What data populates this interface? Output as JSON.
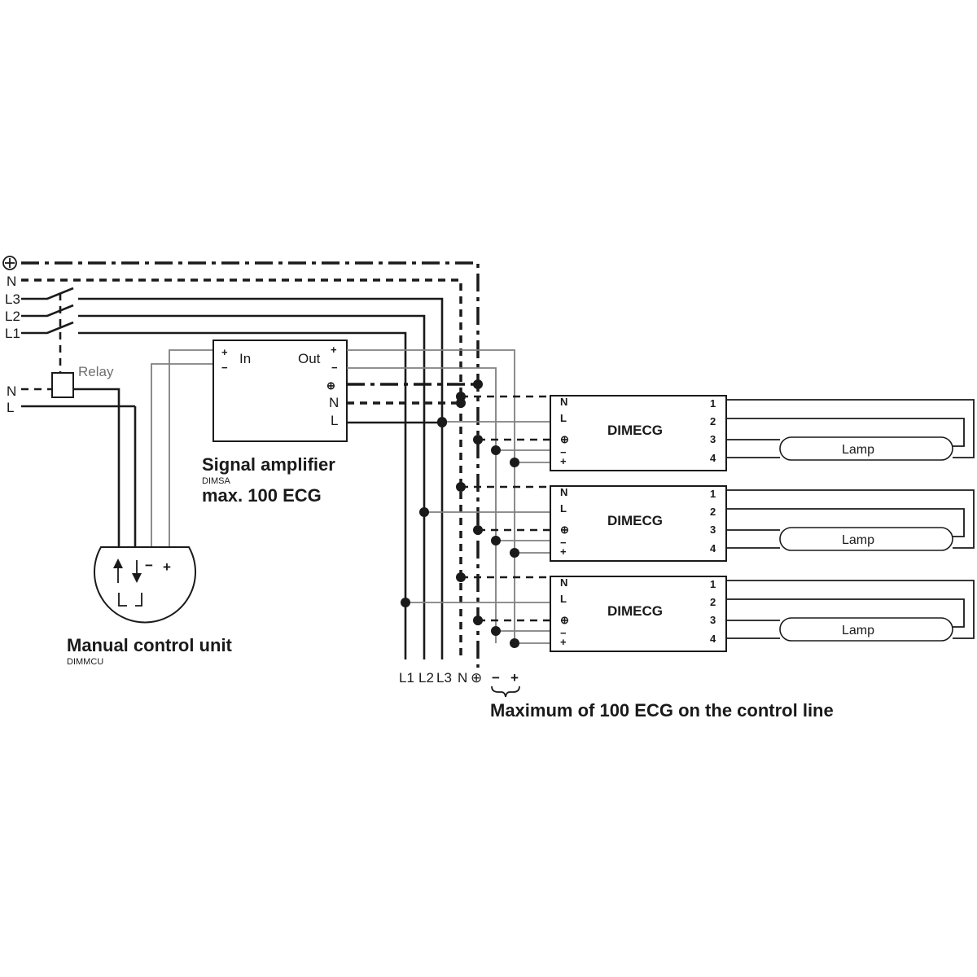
{
  "bus_labels": {
    "pe": "⊕",
    "n": "N",
    "l3": "L3",
    "l2": "L2",
    "l1": "L1"
  },
  "relay": {
    "label": "Relay",
    "n_label": "N",
    "l_label": "L"
  },
  "signal_amplifier": {
    "title": "Signal amplifier",
    "code": "DIMSA",
    "capacity": "max. 100 ECG",
    "in_label": "In",
    "out_label": "Out",
    "in_plus": "+",
    "in_minus": "−",
    "out_plus": "+",
    "out_minus": "−",
    "pe": "⊕",
    "n": "N",
    "l": "L"
  },
  "manual_control_unit": {
    "title": "Manual control unit",
    "code": "DIMMCU",
    "minus": "−",
    "plus": "+"
  },
  "ecg_units": [
    {
      "name": "DIMECG",
      "lamp": "Lamp",
      "left_terminals": [
        "N",
        "L",
        "⊕",
        "−",
        "+"
      ],
      "right_terminals": [
        "1",
        "2",
        "3",
        "4"
      ]
    },
    {
      "name": "DIMECG",
      "lamp": "Lamp",
      "left_terminals": [
        "N",
        "L",
        "⊕",
        "−",
        "+"
      ],
      "right_terminals": [
        "1",
        "2",
        "3",
        "4"
      ]
    },
    {
      "name": "DIMECG",
      "lamp": "Lamp",
      "left_terminals": [
        "N",
        "L",
        "⊕",
        "−",
        "+"
      ],
      "right_terminals": [
        "1",
        "2",
        "3",
        "4"
      ]
    }
  ],
  "bottom_labels": {
    "l1": "L1",
    "l2": "L2",
    "l3": "L3",
    "n": "N",
    "pe": "⊕",
    "minus": "−",
    "plus": "+"
  },
  "control_line_note": "Maximum of 100 ECG on the control line"
}
